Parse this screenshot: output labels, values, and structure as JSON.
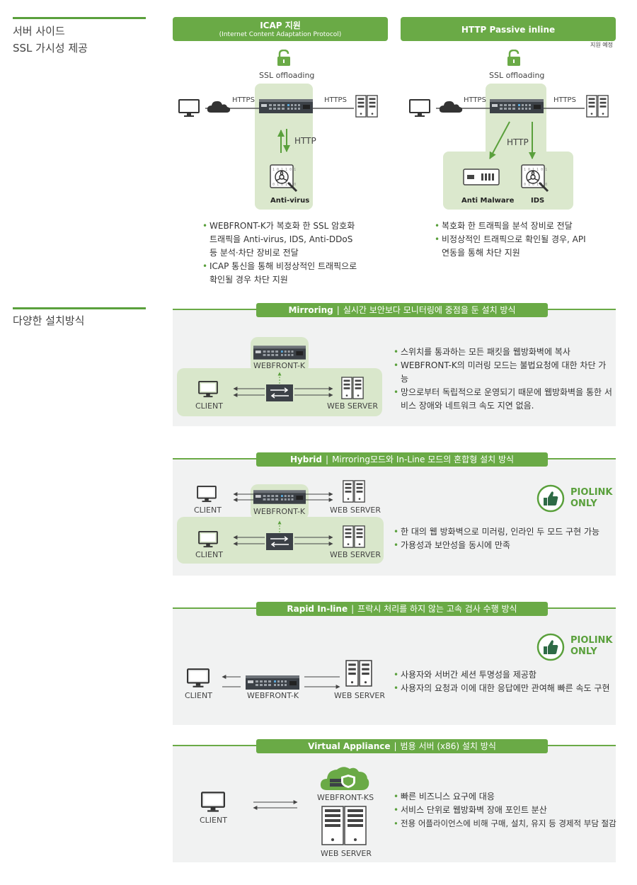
{
  "sections": [
    {
      "title_line1": "서버 사이드",
      "title_line2": "SSL 가시성 제공"
    },
    {
      "title": "다양한 설치방식"
    }
  ],
  "icap": {
    "title": "ICAP 지원",
    "subtitle": "(Internet Content Adaptation Protocol)",
    "ssl_label": "SSL offloading",
    "https_left": "HTTPS",
    "https_right": "HTTPS",
    "http": "HTTP",
    "antivirus": "Anti-virus",
    "bullets": [
      "WEBFRONT-K가 복호화 한 SSL 암호화 트래픽을 Anti-virus, IDS, Anti-DDoS 등 분석·차단 장비로 전달",
      "ICAP 통신을 통해 비정상적인 트래픽으로 확인될 경우 차단 지원"
    ]
  },
  "http_passive": {
    "title": "HTTP Passive inline",
    "note": "지원 예정",
    "ssl_label": "SSL offloading",
    "https_left": "HTTPS",
    "https_right": "HTTPS",
    "http": "HTTP",
    "anti_malware": "Anti Malware",
    "ids": "IDS",
    "bullets": [
      "복호화 한 트래픽을 분석 장비로 전달",
      "비정상적인 트래픽으로 확인될 경우, API 연동을 통해 차단 지원"
    ]
  },
  "mirroring": {
    "name": "Mirroring",
    "desc": "실시간 보안보다 모니터링에 중점을 둔 설치 방식",
    "device": "WEBFRONT-K",
    "client": "CLIENT",
    "server": "WEB SERVER",
    "bullets": [
      "스위치를 통과하는 모든 패킷을 웹방화벽에 복사",
      "WEBFRONT-K의 미러링 모드는 불법요청에 대한 차단 가능",
      "망으로부터 독립적으로 운영되기 때문에 웹방화벽을 통한 서비스 장애와 네트워크 속도 지연 없음."
    ]
  },
  "hybrid": {
    "name": "Hybrid",
    "desc": "Mirroring모드와 In-Line 모드의 혼합형 설치 방식",
    "device": "WEBFRONT-K",
    "client1": "CLIENT",
    "server1": "WEB SERVER",
    "client2": "CLIENT",
    "server2": "WEB SERVER",
    "badge_line1": "PIOLINK",
    "badge_line2": "ONLY",
    "bullets": [
      "한 대의 웹 방화벽으로 미러링, 인라인 두 모드 구현 가능",
      "가용성과 보안성을 동시에 만족"
    ]
  },
  "rapid": {
    "name": "Rapid In-line",
    "desc": "프락시 처리를 하지 않는 고속 검사 수행 방식",
    "device": "WEBFRONT-K",
    "client": "CLIENT",
    "server": "WEB SERVER",
    "badge_line1": "PIOLINK",
    "badge_line2": "ONLY",
    "bullets": [
      "사용자와 서버간 세션 투명성을 제공함",
      "사용자의 요청과 이에 대한 응답에만 관여해 빠른 속도 구현"
    ]
  },
  "virtual": {
    "name": "Virtual Appliance",
    "desc": "범용 서버 (x86) 설치 방식",
    "device": "WEBFRONT-KS",
    "client": "CLIENT",
    "server": "WEB SERVER",
    "bullets": [
      "빠른 비즈니스 요구에 대응",
      "서비스 단위로 웹방화벽 장애 포인트 분산",
      "전용 어플라이언스에 비해 구매, 설치, 유지 등 경제적 부담 절감"
    ]
  }
}
